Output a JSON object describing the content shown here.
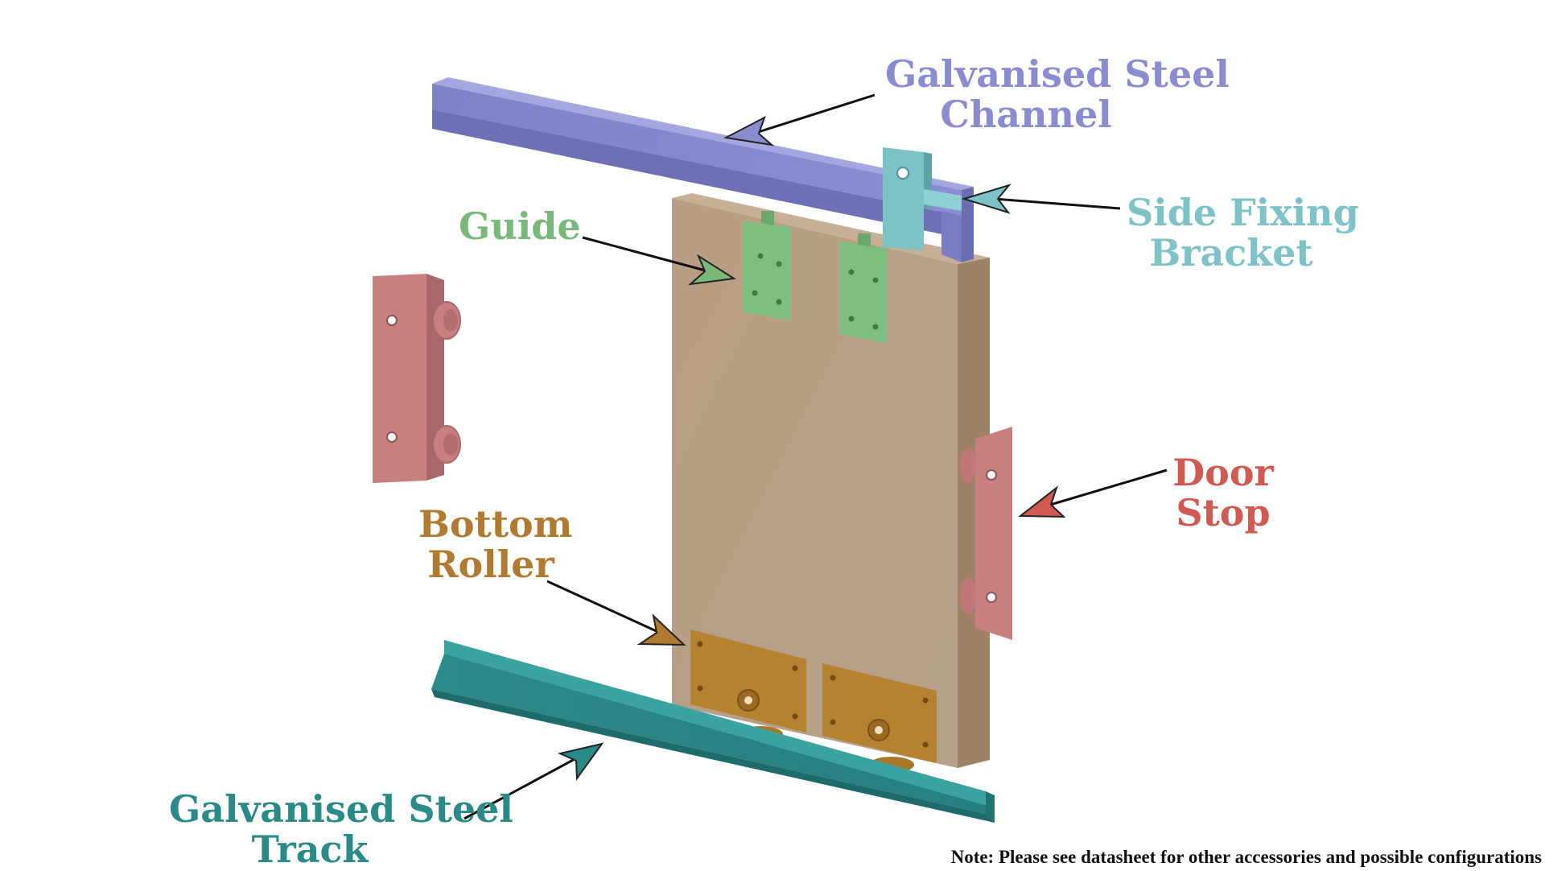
{
  "labels": {
    "channel": {
      "line1": "Galvanised Steel",
      "line2": "Channel"
    },
    "side_bracket": {
      "line1": "Side Fixing",
      "line2": "Bracket"
    },
    "guide": {
      "line1": "Guide"
    },
    "door_stop": {
      "line1": "Door",
      "line2": "Stop"
    },
    "bottom_roller": {
      "line1": "Bottom",
      "line2": "Roller"
    },
    "track": {
      "line1": "Galvanised Steel",
      "line2": "Track"
    }
  },
  "note": "Note: Please see datasheet for other accessories and possible configurations",
  "colors": {
    "channel": "#8a8cd0",
    "side_bracket": "#7cc2c6",
    "guide": "#78b878",
    "door_stop": "#c8787a",
    "bottom_roller": "#b07a30",
    "track": "#2a8a88",
    "door": "#b8a088",
    "background": "#ffffff"
  }
}
